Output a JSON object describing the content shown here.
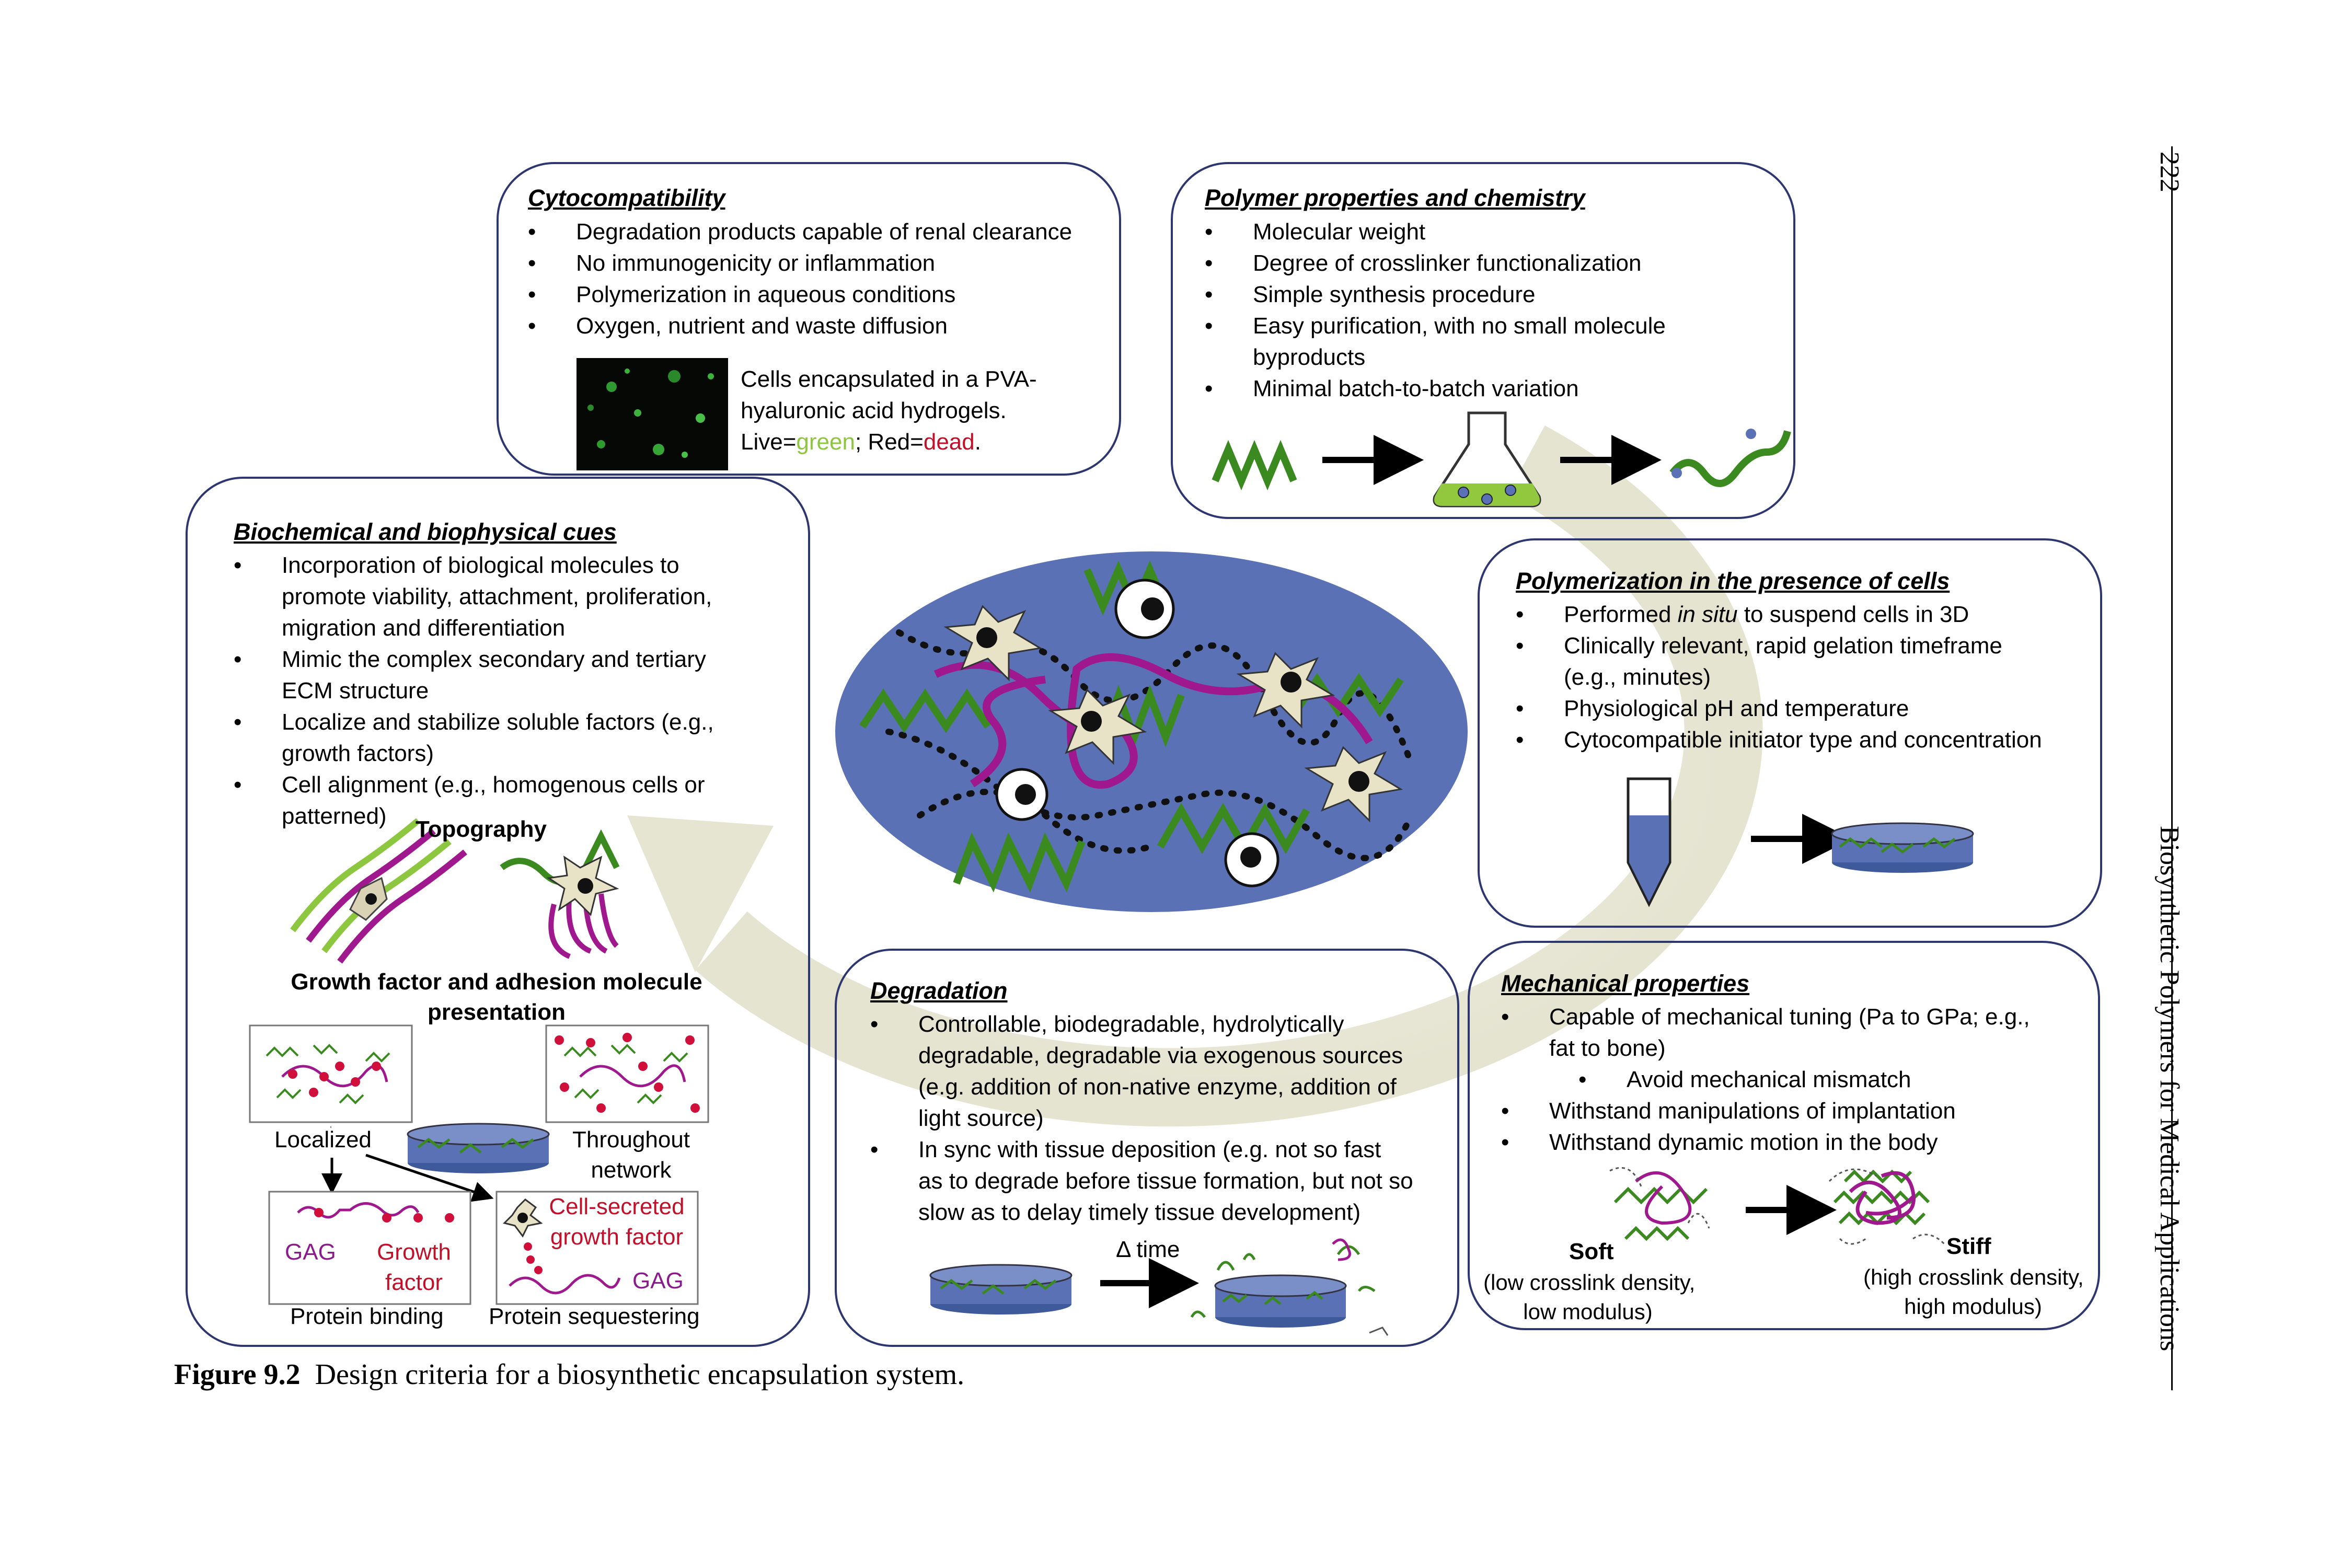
{
  "caption": {
    "label": "Figure 9.2",
    "text": "Design criteria for a biosynthetic encapsulation system."
  },
  "page_number": "222",
  "running_title": "Biosynthetic Polymers for Medical Applications",
  "cytocompatibility": {
    "title": "Cytocompatibility",
    "bullets": [
      "Degradation products capable of renal clearance",
      "No immunogenicity or inflammation",
      "Polymerization in aqueous conditions",
      "Oxygen, nutrient and waste diffusion"
    ],
    "image_caption_l1": "Cells encapsulated in a PVA-",
    "image_caption_l2": "hyaluronic acid hydrogels.",
    "live_label": "Live=",
    "live_word": "green",
    "sep": "; Red=",
    "dead_word": "dead",
    "end": "."
  },
  "polymer": {
    "title": "Polymer properties and chemistry",
    "bullets": [
      "Molecular weight",
      "Degree of crosslinker functionalization",
      "Simple synthesis procedure",
      "Easy purification, with no small molecule"
    ],
    "bullet4_cont": "byproducts",
    "bullet5": "Minimal batch-to-batch variation"
  },
  "biochem": {
    "title": "Biochemical and biophysical cues",
    "lines": [
      "Incorporation of biological molecules to",
      "promote viability, attachment, proliferation,",
      "migration and differentiation",
      "Mimic the complex secondary and tertiary",
      "ECM structure",
      "Localize and stabilize soluble factors (e.g.,",
      "growth factors)",
      "Cell alignment (e.g., homogenous cells or",
      "patterned)"
    ],
    "topography": "Topography",
    "gf_title_l1": "Growth factor and adhesion molecule",
    "gf_title_l2": "presentation",
    "localized": "Localized",
    "throughout_l1": "Throughout",
    "throughout_l2": "network",
    "gag": "GAG",
    "growth_l1": "Growth",
    "growth_l2": "factor",
    "cell_secreted_l1": "Cell-secreted",
    "cell_secreted_l2": "growth factor",
    "gag2": "GAG",
    "protein_binding": "Protein binding",
    "protein_sequestering": "Protein sequestering"
  },
  "polymerization": {
    "title": "Polymerization in the presence of cells",
    "b1_pre": "Performed ",
    "b1_italic": "in situ",
    "b1_post": " to suspend cells in 3D",
    "lines": [
      "Clinically relevant, rapid gelation timeframe",
      "(e.g., minutes)",
      "Physiological pH and temperature",
      "Cytocompatible initiator type and concentration"
    ]
  },
  "degradation": {
    "title": "Degradation",
    "lines": [
      "Controllable, biodegradable, hydrolytically",
      "degradable, degradable via exogenous sources",
      "(e.g. addition of non-native enzyme, addition of",
      "light source)",
      "In sync with tissue deposition (e.g. not so fast",
      "as to degrade before tissue formation, but not so",
      "slow as to delay timely tissue development)"
    ],
    "delta_time": "Δ time"
  },
  "mechanical": {
    "title": "Mechanical properties",
    "lines": [
      "Capable of mechanical tuning (Pa to GPa; e.g.,",
      "fat to bone)",
      "Avoid mechanical mismatch",
      "Withstand manipulations of implantation",
      "Withstand dynamic motion in the body"
    ],
    "soft": "Soft",
    "soft_l1": "(low crosslink density,",
    "soft_l2": "low modulus)",
    "stiff": "Stiff",
    "stiff_l1": "(high crosslink density,",
    "stiff_l2": "high modulus)"
  },
  "colors": {
    "box_border": "#2e3670",
    "gel_blue": "#5a72b5",
    "polymer_green": "#3a8a1f",
    "polymer_purple": "#a0188e",
    "arrow_beige": "#ecebdc"
  }
}
